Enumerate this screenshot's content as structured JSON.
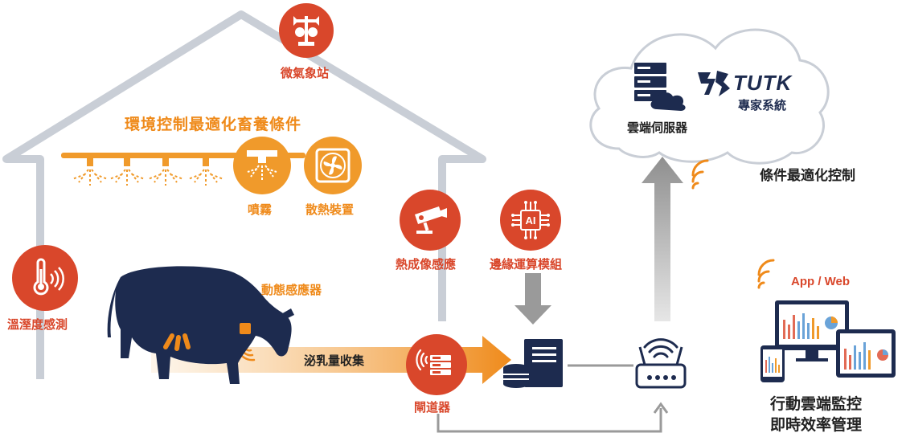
{
  "labels": {
    "weather_station": "微氣象站",
    "environment_title": "環境控制最適化畜養條件",
    "spray": "噴霧",
    "fan": "散熱裝置",
    "temp_humidity": "溫溼度感測",
    "motion_sensor": "動態感應器",
    "milk_collection": "泌乳量收集",
    "thermal_imaging": "熱成像感應",
    "edge_ai": "邊緣運算模組",
    "ai_chip_text": "AI",
    "gateway": "閘道器",
    "cloud_server": "雲端伺服器",
    "tutk_logo": "TUTK",
    "expert_system": "專家系統",
    "optimized_control": "條件最適化控制",
    "app_web": "App / Web",
    "mobile_monitor_line1": "行動雲端監控",
    "mobile_monitor_line2": "即時效率管理"
  },
  "colors": {
    "red": "#d9472b",
    "orange": "#f09a2b",
    "navy": "#1d2b4f",
    "house_gray": "#c9ced6",
    "arrow_gray": "#9a9a9a"
  },
  "icons": [
    "weather-vane-icon",
    "sprinkler-icon",
    "fan-icon",
    "thermometer-icon",
    "thermal-camera-icon",
    "ai-chip-icon",
    "gateway-icon",
    "server-icon",
    "router-icon",
    "cloud-server-icon",
    "tutk-logo",
    "devices-icon",
    "cow-icon"
  ]
}
